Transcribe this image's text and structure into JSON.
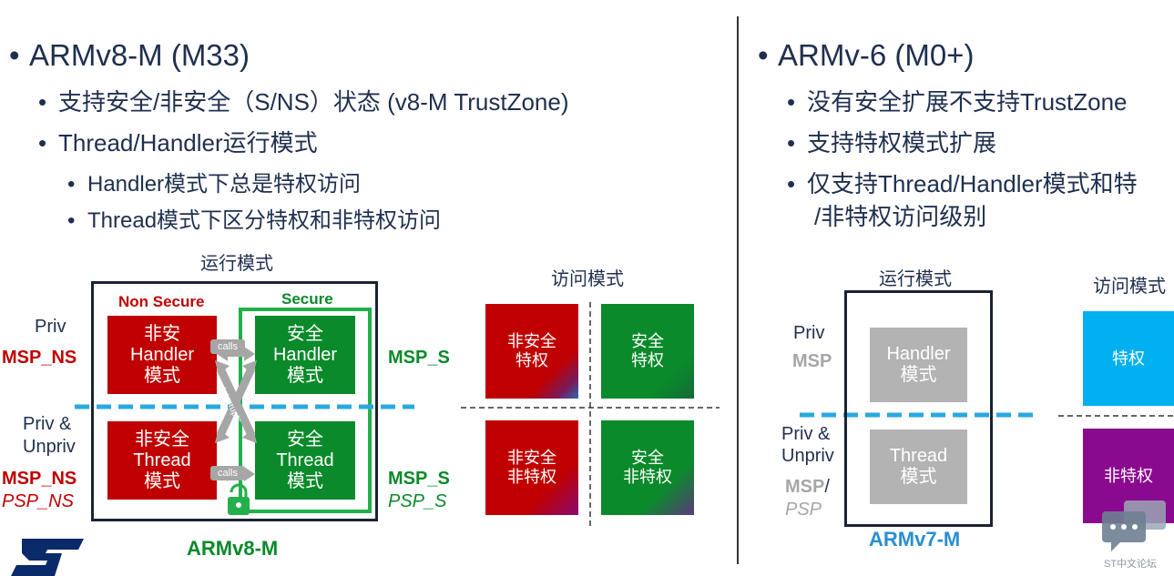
{
  "left": {
    "title": "ARMv8-M (M33)",
    "sub1": "支持安全/非安全（S/NS）状态 (v8-M TrustZone)",
    "sub2": "Thread/Handler运行模式",
    "sub3": "Handler模式下总是特权访问",
    "sub4": "Thread模式下区分特权和非特权访问",
    "diagram": {
      "run_mode": "运行模式",
      "access_mode": "访问模式",
      "non_secure": "Non Secure",
      "secure": "Secure",
      "priv": "Priv",
      "msp_ns": "MSP_NS",
      "priv_unpriv_1": "Priv &",
      "priv_unpriv_2": "Unpriv",
      "msp_ns_2": "MSP_NS",
      "psp_ns": "PSP_NS",
      "msp_s": "MSP_S",
      "msp_s_2": "MSP_S",
      "psp_s": "PSP_S",
      "ns_handler": [
        "非安",
        "Handler",
        "模式"
      ],
      "s_handler": [
        "安全",
        "Handler",
        "模式"
      ],
      "ns_thread": [
        "非安全",
        "Thread",
        "模式"
      ],
      "s_thread": [
        "安全",
        "Thread",
        "模式"
      ],
      "calls_top": "calls",
      "calls_bottom": "calls",
      "interrupts": "Interrupts",
      "arch": "ARMv8-M",
      "acc_ns_priv": [
        "非安全",
        "特权"
      ],
      "acc_s_priv": [
        "安全",
        "特权"
      ],
      "acc_ns_unpriv": [
        "非安全",
        "非特权"
      ],
      "acc_s_unpriv": [
        "安全",
        "非特权"
      ]
    }
  },
  "right": {
    "title": "ARMv-6 (M0+)",
    "sub1": "没有安全扩展不支持TrustZone",
    "sub2": "支持特权模式扩展",
    "sub3_line1": "仅支持Thread/Handler模式和特",
    "sub3_line2": "/非特权访问级别",
    "diagram": {
      "run_mode": "运行模式",
      "access_mode": "访问模式",
      "priv": "Priv",
      "msp": "MSP",
      "priv_unpriv_1": "Priv &",
      "priv_unpriv_2": "Unpriv",
      "msp2": "MSP",
      "slash": "/",
      "psp": "PSP",
      "handler": [
        "Handler",
        "模式"
      ],
      "thread": [
        "Thread",
        "模式"
      ],
      "arch": "ARMv7-M",
      "acc_priv": "特权",
      "acc_unpriv": "非特权"
    }
  },
  "footer": {
    "forum": "ST中文论坛"
  },
  "colors": {
    "text": "#1f2f4f",
    "red": "#c00000",
    "green": "#0a8a2a",
    "dashed": "#2aa8df",
    "arch_blue": "#2a8fd0"
  }
}
